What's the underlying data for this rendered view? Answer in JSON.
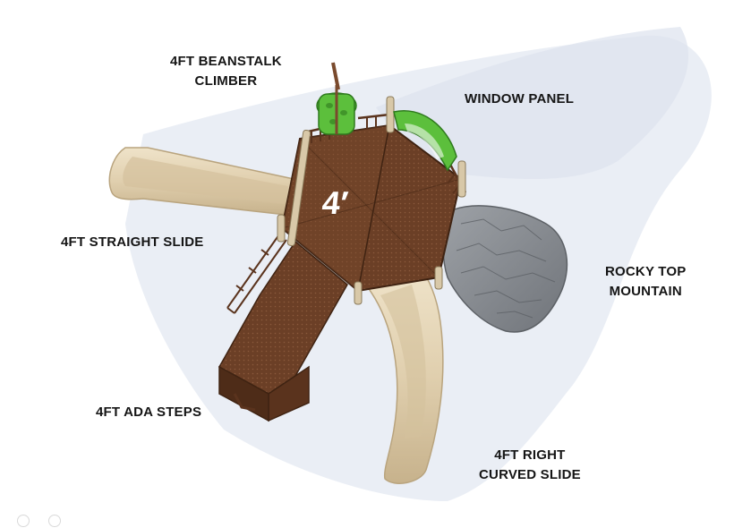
{
  "deck_height_label": "4′",
  "labels": {
    "beanstalk": [
      "4FT BEANSTALK",
      "CLIMBER"
    ],
    "window_panel": [
      "WINDOW PANEL"
    ],
    "straight_slide": [
      "4FT STRAIGHT SLIDE"
    ],
    "rocky_top": [
      "ROCKY TOP",
      "MOUNTAIN"
    ],
    "ada_steps": [
      "4FT ADA STEPS"
    ],
    "curved_slide": [
      "4FT RIGHT",
      "CURVED SLIDE"
    ]
  },
  "colors": {
    "deck": "#6b3f26",
    "deck_dark": "#4e2c18",
    "slide": "#e3d3b4",
    "slide_shade": "#c9b48f",
    "climber_green": "#5cbf3c",
    "rock_gray": "#8d9196",
    "post_tan": "#d8c8a8",
    "shadow": "#dfe4ee"
  },
  "carousel_dots": 2
}
